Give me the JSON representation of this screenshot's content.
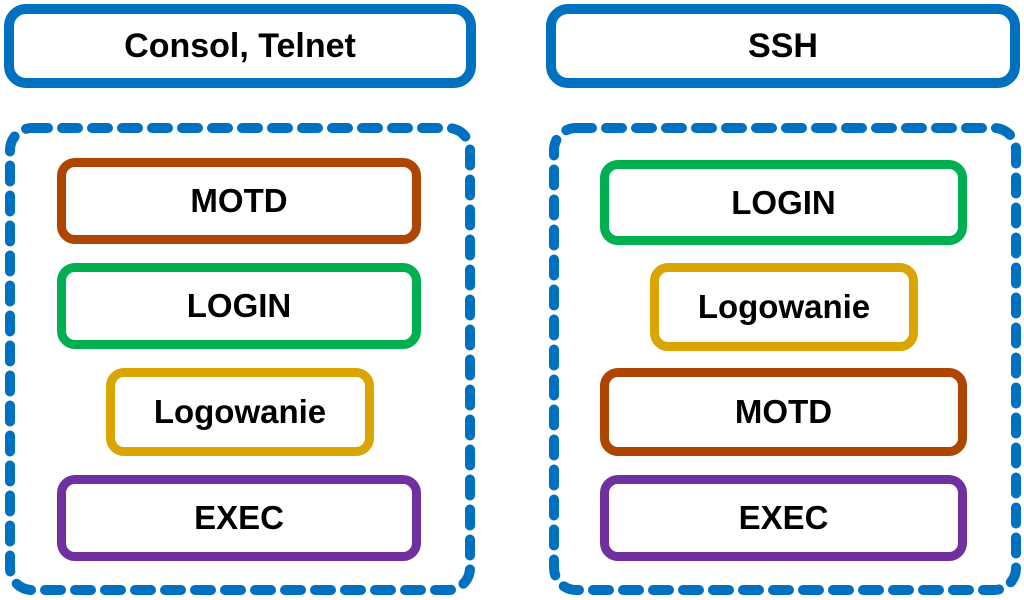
{
  "columns": [
    {
      "header": "Consol, Telnet",
      "steps": [
        {
          "label": "MOTD",
          "color": "#AE4503"
        },
        {
          "label": "LOGIN",
          "color": "#00B050"
        },
        {
          "label": "Logowanie",
          "color": "#DAA500"
        },
        {
          "label": "EXEC",
          "color": "#7030A0"
        }
      ]
    },
    {
      "header": "SSH",
      "steps": [
        {
          "label": "LOGIN",
          "color": "#00B050"
        },
        {
          "label": "Logowanie",
          "color": "#DAA500"
        },
        {
          "label": "MOTD",
          "color": "#AE4503"
        },
        {
          "label": "EXEC",
          "color": "#7030A0"
        }
      ]
    }
  ],
  "colors": {
    "frame": "#0070C0"
  }
}
